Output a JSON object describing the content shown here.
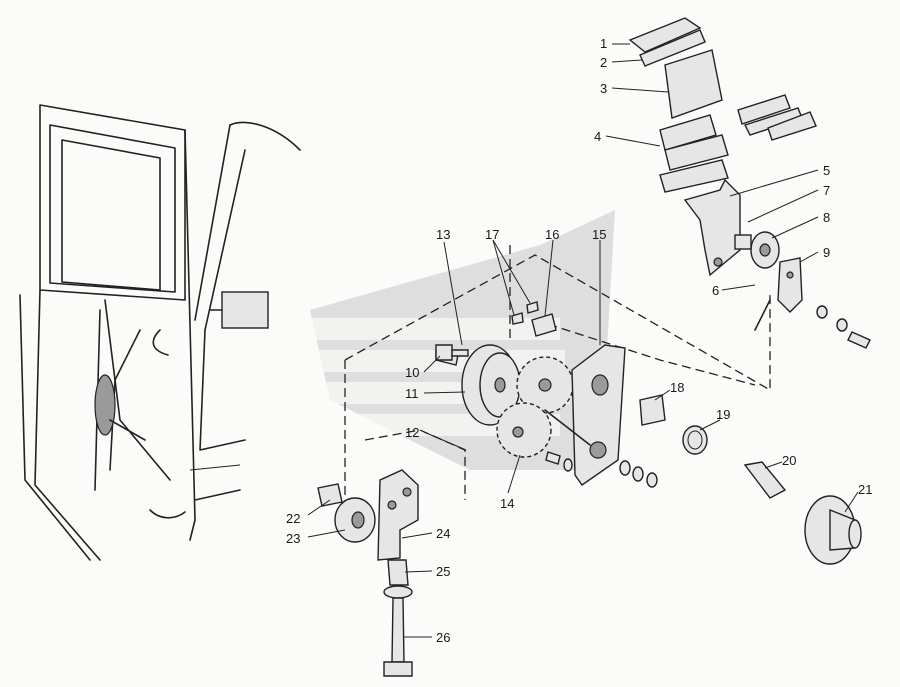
{
  "diagram": {
    "callouts": [
      "1",
      "2",
      "3",
      "4",
      "5",
      "6",
      "7",
      "8",
      "9",
      "10",
      "11",
      "12",
      "13",
      "14",
      "15",
      "16",
      "17",
      "18",
      "19",
      "20",
      "21",
      "22",
      "23",
      "24",
      "25",
      "26"
    ]
  },
  "colors": {
    "ink": "#222222",
    "paper": "#fbfbfa",
    "watermark": "#d4d4d4"
  }
}
